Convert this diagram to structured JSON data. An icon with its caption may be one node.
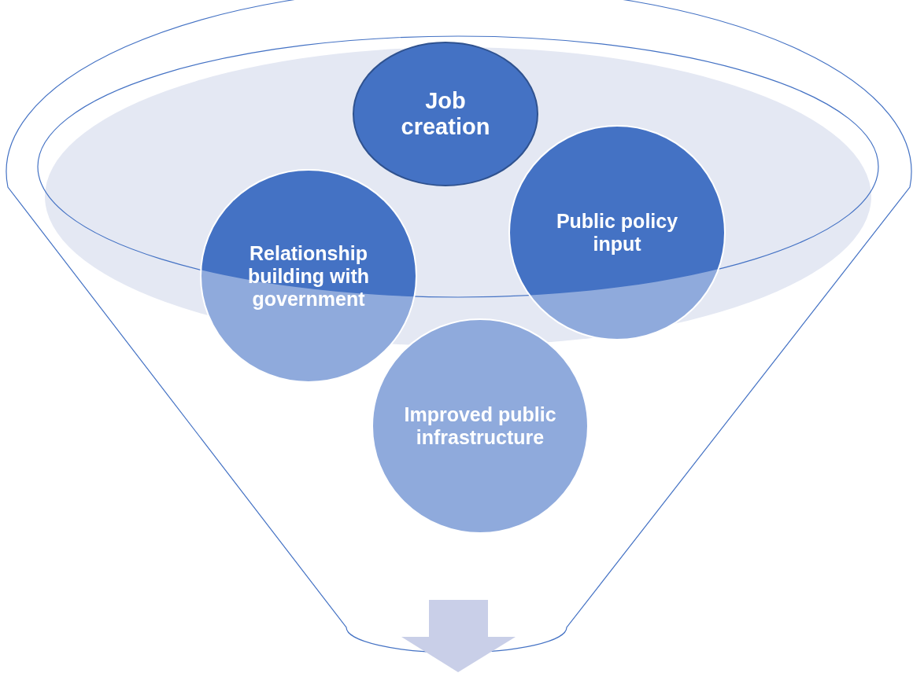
{
  "diagram": {
    "nodes": [
      {
        "text": [
          "Job creation"
        ]
      },
      {
        "text": [
          "Public policy input"
        ]
      },
      {
        "text": [
          "Relationship building with government"
        ]
      },
      {
        "text": [
          "Improved public infrastructure"
        ]
      }
    ]
  }
}
